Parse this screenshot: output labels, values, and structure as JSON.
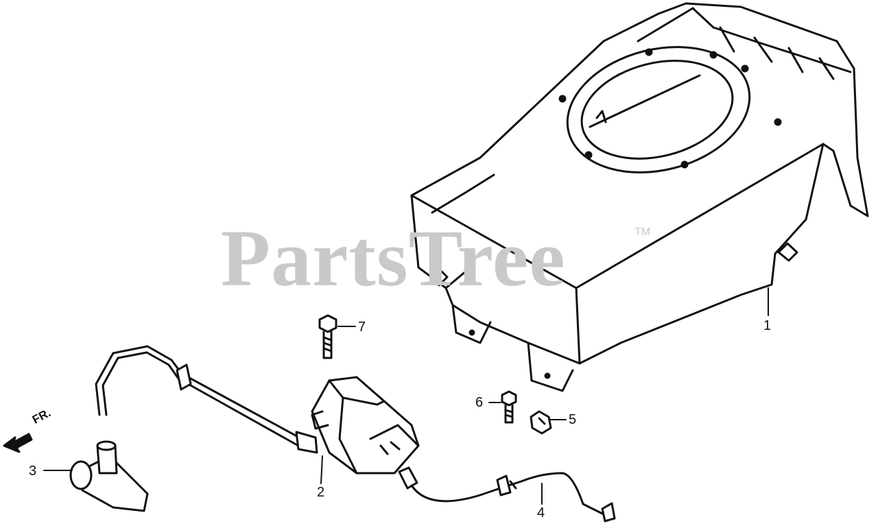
{
  "diagram": {
    "watermark": "PartsTree",
    "trademark": "TM",
    "front_label": "FR.",
    "callouts": {
      "c1": "1",
      "c2": "2",
      "c3": "3",
      "c4": "4",
      "c5": "5",
      "c6": "6",
      "c7": "7"
    },
    "parts": {
      "p1": "fan-cover",
      "p2": "ignition-coil",
      "p3": "spark-plug-cap",
      "p4": "stop-wire",
      "p5": "wire-clip",
      "p6": "bolt",
      "p7": "bolt"
    }
  }
}
